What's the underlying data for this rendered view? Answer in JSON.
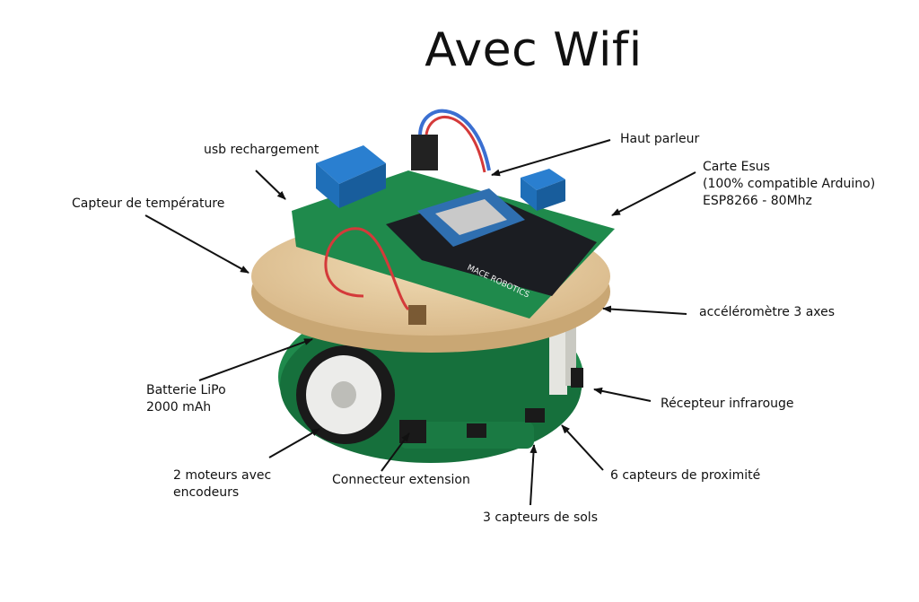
{
  "title": "Avec Wifi",
  "labels": {
    "usb": "usb rechargement",
    "temp": "Capteur de température",
    "speaker": "Haut parleur",
    "esus": "Carte Esus\n(100% compatible Arduino)\nESP8266 - 80Mhz",
    "accel": "accéléromètre 3 axes",
    "battery": "Batterie LiPo\n2000 mAh",
    "ir": "Récepteur infrarouge",
    "motors": "2 moteurs avec\nencodeurs",
    "extension": "Connecteur extension",
    "proximity": "6 capteurs de proximité",
    "floor": "3 capteurs de sols"
  },
  "board_silkscreen": "MACE ROBOTICS",
  "colors": {
    "pcb": "#1f8a4c",
    "wood": "#e6cba0",
    "terminal": "#1f6fb8",
    "module": "#1b1d22"
  }
}
